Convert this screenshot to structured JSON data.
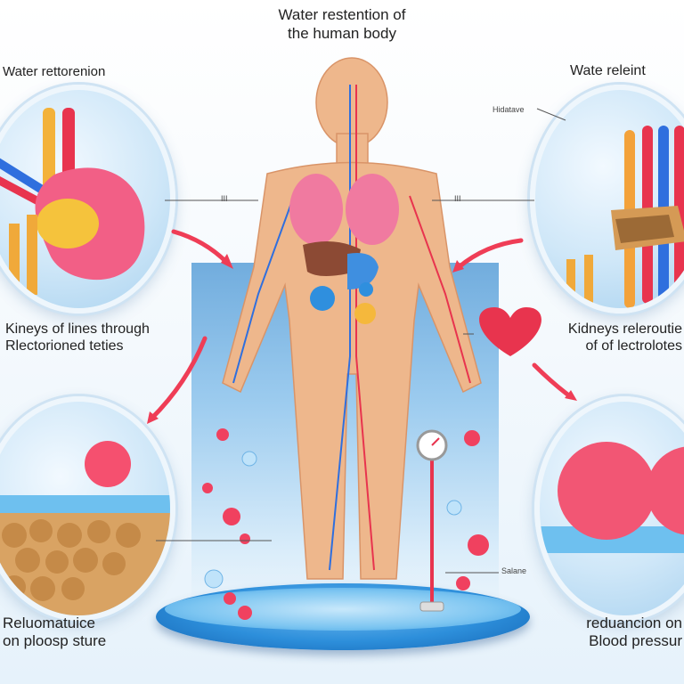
{
  "title": {
    "line1": "Water restention of",
    "line2": "the human body"
  },
  "labels": {
    "top_left": "Water rettorenion",
    "top_right": "Wate releint",
    "mid_left_line1": "Kineys of lines through",
    "mid_left_line2": "Rlectorioned teties",
    "mid_right_line1": "Kidneys releroutie",
    "mid_right_line2": "of of lectrolotes",
    "bottom_left_line1": "Reluomatuice",
    "bottom_left_line2": "on ploosp sture",
    "bottom_right_line1": "reduancion on",
    "bottom_right_line2": "Blood pressur",
    "callout_top_right": "Hidatave",
    "callout_gauge": "Salane",
    "tick_left": "III",
    "tick_right": "III"
  },
  "colors": {
    "water_blue": "#2f8fde",
    "arrow_red": "#ef3d56",
    "heart_red": "#e8344e",
    "skin": "#eeb78c",
    "cell_pink": "#f5506f",
    "tissue_tan": "#cf9a5b"
  },
  "icons": [
    "kidney-icon",
    "heart-icon",
    "blood-cell-icon",
    "water-drop-icon",
    "pressure-gauge-icon",
    "arrow-icon"
  ]
}
